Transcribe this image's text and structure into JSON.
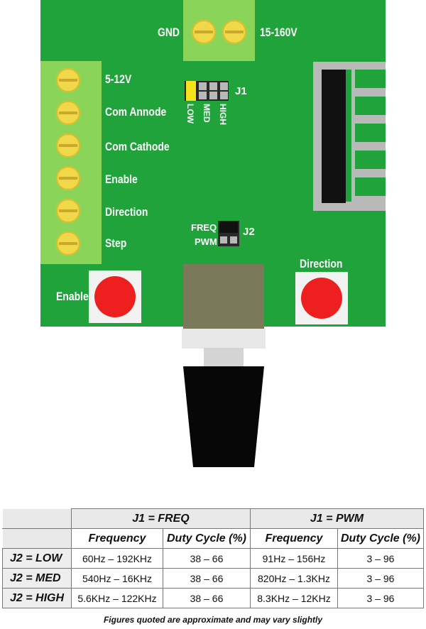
{
  "board": {
    "power_labels": {
      "gnd": "GND",
      "hv": "15-160V"
    },
    "left_terminal_labels": [
      "5-12V",
      "Com Annode",
      "Com Cathode",
      "Enable",
      "Direction",
      "Step"
    ],
    "j1": {
      "name": "J1",
      "positions": [
        "LOW",
        "MED",
        "HIGH"
      ]
    },
    "j2": {
      "name": "J2",
      "positions": [
        "FREQ",
        "PWM"
      ]
    },
    "buttons": {
      "enable": "Enable",
      "direction": "Direction"
    }
  },
  "table": {
    "groups": [
      "J1 = FREQ",
      "J1 = PWM"
    ],
    "columns": [
      "Frequency",
      "Duty Cycle (%)",
      "Frequency",
      "Duty Cycle (%)"
    ],
    "rows": [
      {
        "label": "J2 = LOW",
        "cells": [
          "60Hz – 192KHz",
          "38 – 66",
          "91Hz – 156Hz",
          "3 – 96"
        ]
      },
      {
        "label": "J2 = MED",
        "cells": [
          "540Hz – 16KHz",
          "38 – 66",
          "820Hz – 1.3KHz",
          "3 – 96"
        ]
      },
      {
        "label": "J2 = HIGH",
        "cells": [
          "5.6KHz – 122KHz",
          "38 – 66",
          "8.3KHz – 12KHz",
          "3 – 96"
        ]
      }
    ],
    "note": "Figures quoted are approximate and may vary slightly"
  },
  "colors": {
    "pcb": "#1fa33a",
    "terminal": "#8bd45a",
    "screw": "#f0d84a",
    "button": "#ee1f1f",
    "jumper_cap": "#f5e21a"
  }
}
